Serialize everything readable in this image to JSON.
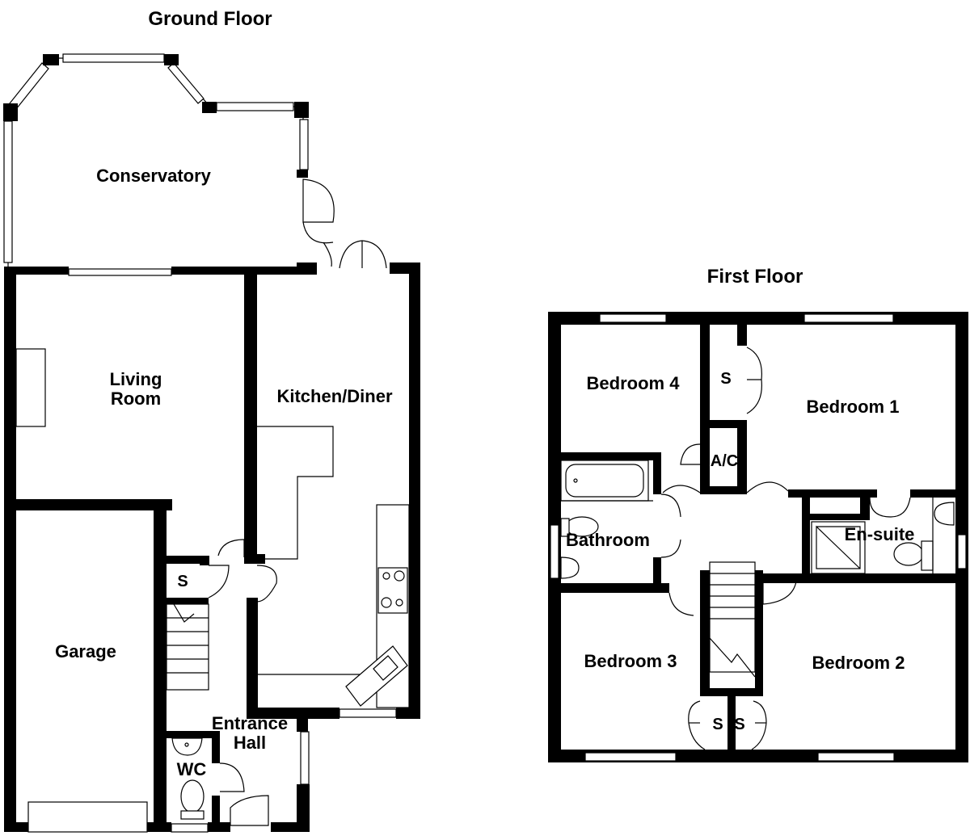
{
  "floors": {
    "ground": {
      "title": "Ground Floor",
      "rooms": {
        "conservatory": "Conservatory",
        "living_line1": "Living",
        "living_line2": "Room",
        "kitchen": "Kitchen/Diner",
        "garage": "Garage",
        "store": "S",
        "hall_line1": "Entrance",
        "hall_line2": "Hall",
        "wc": "WC"
      }
    },
    "first": {
      "title": "First Floor",
      "rooms": {
        "bedroom4": "Bedroom 4",
        "bedroom1": "Bedroom 1",
        "store": "S",
        "airing": "A/C",
        "bathroom": "Bathroom",
        "ensuite": "En-suite",
        "bedroom3": "Bedroom 3",
        "bedroom2": "Bedroom 2",
        "store_left": "S",
        "store_right": "S"
      }
    }
  }
}
